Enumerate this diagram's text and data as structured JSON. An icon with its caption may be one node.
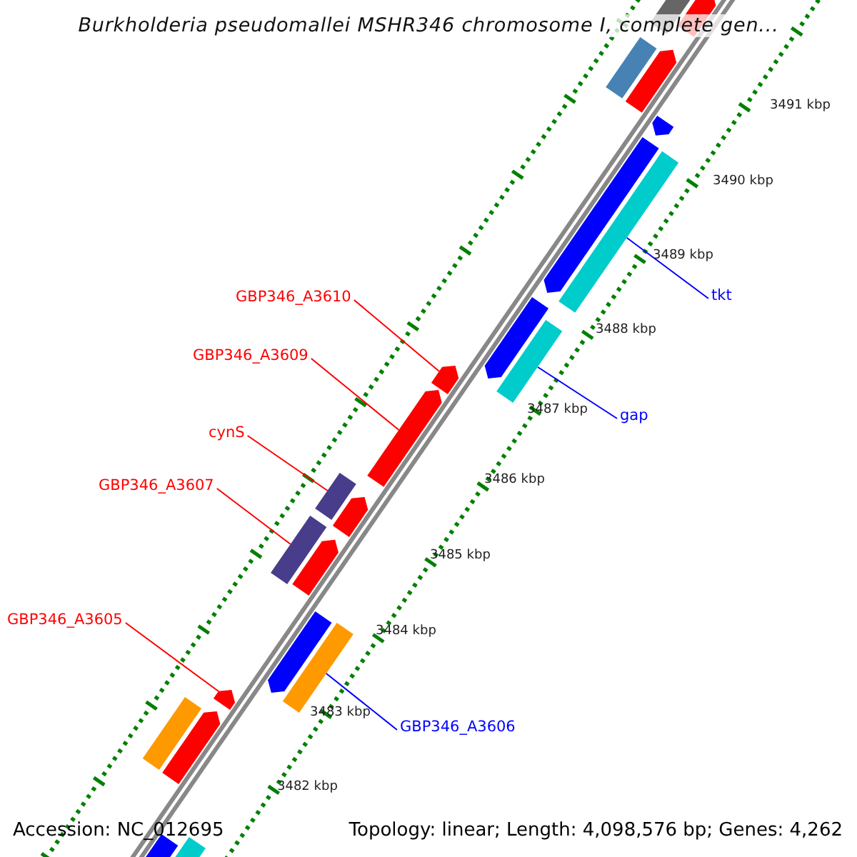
{
  "diagram": {
    "title": "Burkholderia pseudomallei MSHR346 chromosome I, complete gen...",
    "nodes": [
      {
        "text": [],
        "shape": "bar"
      },
      {
        "text": [],
        "shape": "bar"
      },
      {
        "text": [],
        "shape": "bar"
      },
      {
        "text": [],
        "shape": "bar"
      },
      {
        "text": [],
        "shape": "bar"
      },
      {
        "text": [],
        "shape": "bar"
      },
      {
        "text": [],
        "shape": "bar"
      },
      {
        "text": [
          "tkt"
        ]
      },
      {
        "text": [
          "GBP346_A3610"
        ]
      },
      {
        "text": [],
        "shape": "bar"
      },
      {
        "text": [
          "GBP346_A3609"
        ]
      },
      {
        "text": [],
        "shape": "bar"
      },
      {
        "text": [],
        "shape": "bar"
      },
      {
        "text": [
          "gap"
        ]
      },
      {
        "text": [
          "cynS"
        ]
      },
      {
        "text": [],
        "shape": "bar"
      },
      {
        "text": [
          "GBP346_A3607"
        ]
      },
      {
        "text": [],
        "shape": "bar"
      },
      {
        "text": [],
        "shape": "bar"
      },
      {
        "text": [],
        "shape": "bar"
      },
      {
        "text": [],
        "shape": "bar"
      },
      {
        "text": [
          "GBP346_A3605"
        ]
      },
      {
        "text": [],
        "shape": "bar"
      },
      {
        "text": [],
        "shape": "bar"
      },
      {
        "text": [],
        "shape": "bar"
      },
      {
        "text": [
          "GBP346_A3606"
        ]
      },
      {
        "text": [],
        "shape": "bar"
      },
      {
        "text": [],
        "shape": "bar"
      },
      {
        "text": [],
        "shape": "bar"
      },
      {
        "text": [],
        "shape": "bar"
      }
    ],
    "edges": [
      {
        "from": 7,
        "to": 6,
        "arrow": "none",
        "color": "#0000ff"
      },
      {
        "from": 8,
        "to": 12,
        "arrow": "none"
      },
      {
        "from": 10,
        "to": 15,
        "arrow": "none"
      },
      {
        "from": 13,
        "to": 11,
        "arrow": "none",
        "color": "#0000ff"
      },
      {
        "from": 14,
        "to": 17,
        "arrow": "none"
      },
      {
        "from": 16,
        "to": 19,
        "arrow": "none"
      },
      {
        "from": 21,
        "to": 24,
        "arrow": "none"
      },
      {
        "from": 25,
        "to": 23,
        "arrow": "none",
        "color": "#0000ff"
      }
    ],
    "labels": [
      "3491 kbp",
      "3490 kbp",
      "3489 kbp",
      "3488 kbp",
      "3487 kbp",
      "3486 kbp",
      "3485 kbp",
      "3484 kbp",
      "3483 kbp",
      "3482 kbp",
      "Accession: NC_012695",
      "Topology: linear; Length: 4,098,576 bp; Genes: 4,262"
    ]
  }
}
